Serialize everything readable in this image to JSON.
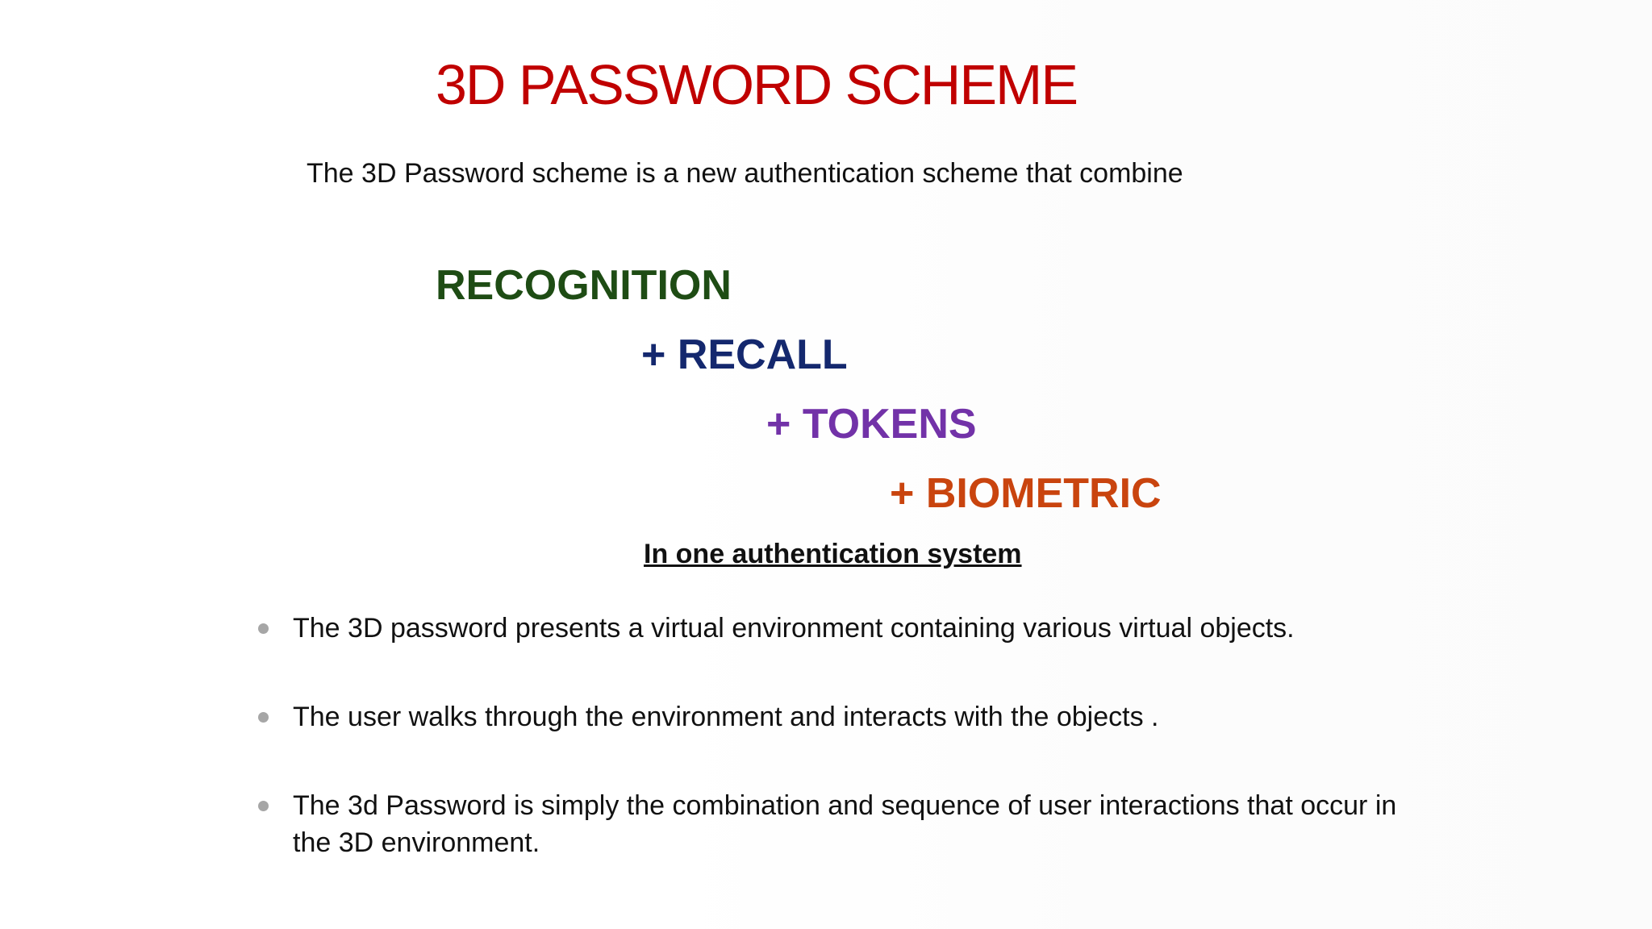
{
  "slide": {
    "title": "3D PASSWORD SCHEME",
    "intro": "The 3D Password scheme is a new authentication scheme that combine",
    "terms": [
      {
        "label": "RECOGNITION",
        "color": "#1e4c14"
      },
      {
        "label": "+ RECALL",
        "color": "#14286e"
      },
      {
        "label": "+ TOKENS",
        "color": "#7232a8"
      },
      {
        "label": "+ BIOMETRIC",
        "color": "#c9440e"
      }
    ],
    "summary": "In one authentication system",
    "bullets": [
      "The 3D password presents a virtual environment containing various virtual objects.",
      "The user walks through the environment and interacts with the objects .",
      "The 3d Password is simply the combination and sequence of user interactions that occur in the 3D environment."
    ]
  }
}
